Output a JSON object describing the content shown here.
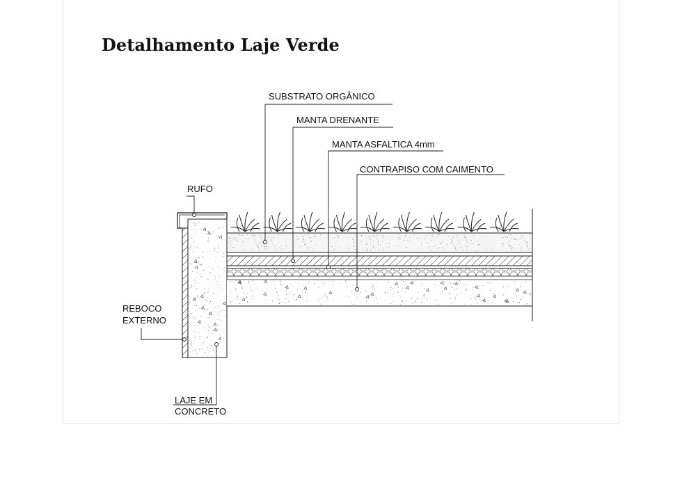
{
  "title": "Detalhamento Laje Verde",
  "labels": {
    "substrato": "SUBSTRATO ORGÂNICO",
    "manta_drenante": "MANTA DRENANTE",
    "manta_asfaltica": "MANTA ASFALTICA 4mm",
    "contrapiso": "CONTRAPISO COM CAIMENTO",
    "rufo": "RUFO",
    "reboco_1": "REBOCO",
    "reboco_2": "EXTERNO",
    "laje_1": "LAJE EM",
    "laje_2": "CONCRETO"
  },
  "colors": {
    "line": "#1a1a1a",
    "sheet_border": "#e6e6e6"
  }
}
